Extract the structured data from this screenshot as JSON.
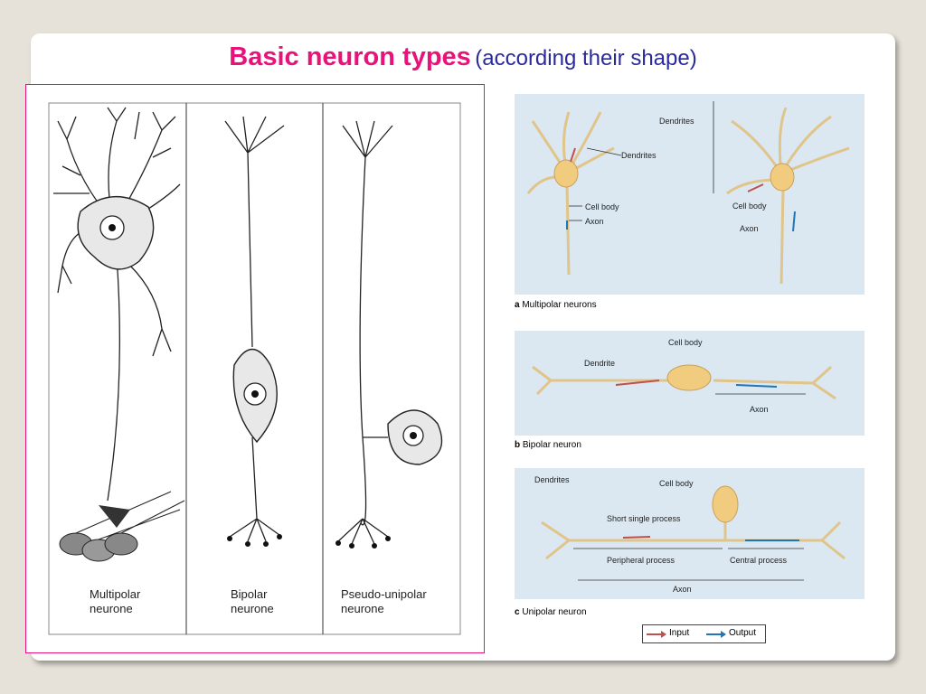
{
  "title": {
    "main": "Basic neuron types",
    "sub": "(according their shape)"
  },
  "left_labels": {
    "multipolar": [
      "Multipolar",
      "neurone"
    ],
    "bipolar": [
      "Bipolar",
      "neurone"
    ],
    "pseudo": [
      "Pseudo-unipolar",
      "neurone"
    ]
  },
  "panel_a": {
    "caption_letter": "a",
    "caption": "Multipolar neurons",
    "dendrites_1": "Dendrites",
    "dendrites_2": "Dendrites",
    "cell_body_1": "Cell body",
    "cell_body_2": "Cell body",
    "axon_1": "Axon",
    "axon_2": "Axon"
  },
  "panel_b": {
    "caption_letter": "b",
    "caption": "Bipolar neuron",
    "cell_body": "Cell body",
    "dendrite": "Dendrite",
    "axon": "Axon"
  },
  "panel_c": {
    "caption_letter": "c",
    "caption": "Unipolar neuron",
    "dendrites": "Dendrites",
    "cell_body": "Cell body",
    "short_process": "Short single process",
    "peripheral": "Peripheral process",
    "central": "Central process",
    "axon": "Axon"
  },
  "legend": {
    "input": "Input",
    "output": "Output"
  },
  "colors": {
    "title": "#e8137a",
    "subtitle": "#2a2a9a",
    "panel_bg": "#dbe8f2",
    "input_arrow": "#c0504d",
    "output_arrow": "#1f77b4",
    "neuron": "#f3d9a2"
  }
}
